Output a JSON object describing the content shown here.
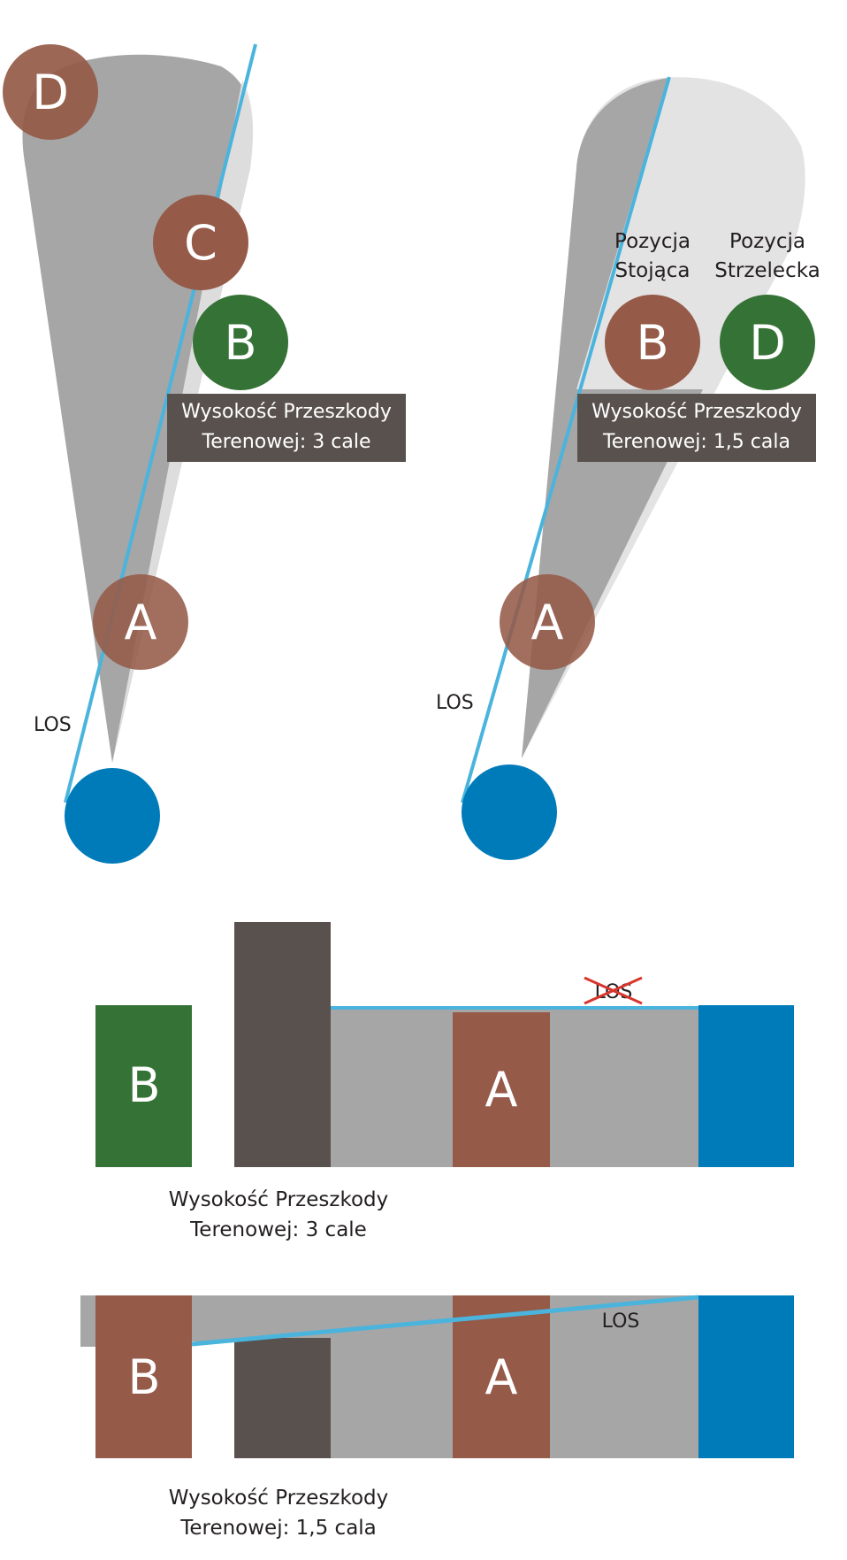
{
  "colors": {
    "background": "#ffffff",
    "cone_dark": "#a6a6a6",
    "cone_light": "#e4e3e4",
    "los_line": "#4ab4dd",
    "model_brown": "#955a48",
    "model_green": "#357236",
    "model_blue": "#007bba",
    "terrain_dark": "#59514d",
    "label_box": "#59514d",
    "text_dark": "#231f20",
    "text_light": "#ffffff",
    "cross_red": "#d8362d"
  },
  "panel_top_left": {
    "model_d": "D",
    "model_c": "C",
    "model_b": "B",
    "model_a": "A",
    "los_label": "LOS",
    "terrain_label_line1": "Wysokość Przeszkody",
    "terrain_label_line2": "Terenowej: 3 cale"
  },
  "panel_top_right": {
    "standing_line1": "Pozycja",
    "standing_line2": "Stojąca",
    "prone_line1": "Pozycja",
    "prone_line2": "Strzelecka",
    "model_b": "B",
    "model_d": "D",
    "model_a": "A",
    "los_label": "LOS",
    "terrain_label_line1": "Wysokość Przeszkody",
    "terrain_label_line2": "Terenowej: 1,5 cala"
  },
  "panel_side_1": {
    "model_b": "B",
    "model_a": "A",
    "los_label": "LOS",
    "caption_line1": "Wysokość Przeszkody",
    "caption_line2": "Terenowej: 3 cale"
  },
  "panel_side_2": {
    "model_b": "B",
    "model_a": "A",
    "los_label": "LOS",
    "caption_line1": "Wysokość Przeszkody",
    "caption_line2": "Terenowej: 1,5 cala"
  }
}
